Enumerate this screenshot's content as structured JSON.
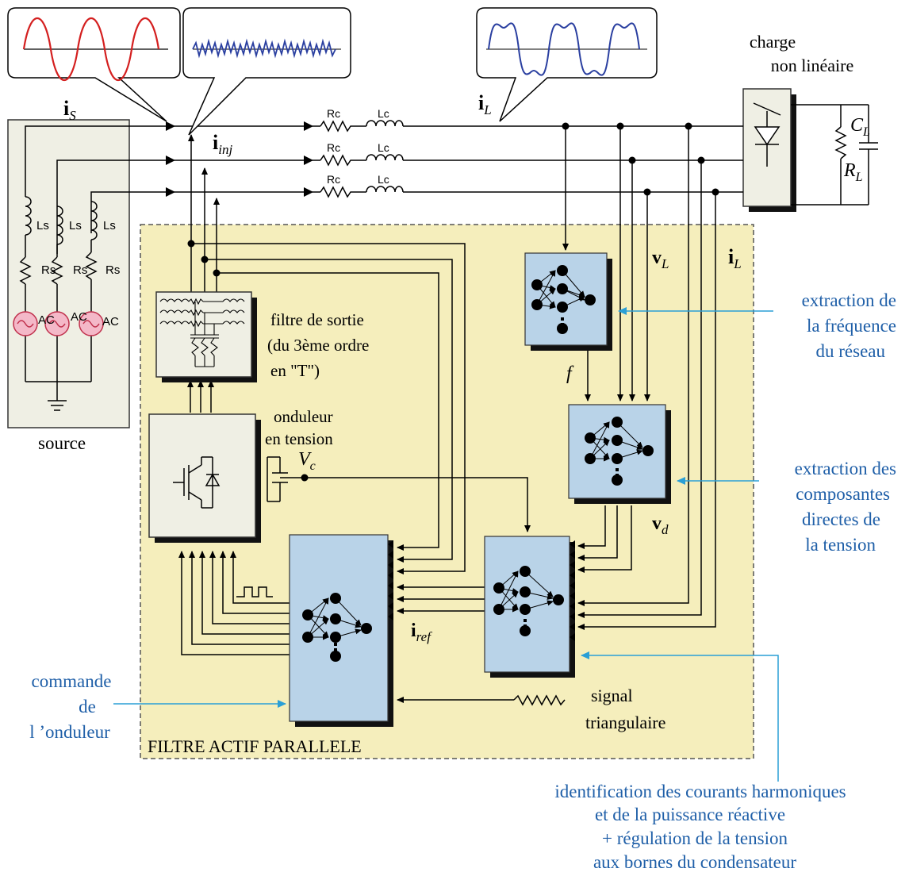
{
  "labels": {
    "is_main": "i",
    "is_sub": "S",
    "iinj_main": "i",
    "iinj_sub": "inj",
    "il_top_main": "i",
    "il_top_sub": "L",
    "vl_main": "v",
    "vl_sub": "L",
    "il_right_main": "i",
    "il_right_sub": "L",
    "vd_main": "v",
    "vd_sub": "d",
    "iref_main": "i",
    "iref_sub": "ref",
    "vc_main": "V",
    "vc_sub": "c",
    "f": "f",
    "cl_main": "C",
    "cl_sub": "L",
    "rl_main": "R",
    "rl_sub": "L",
    "rc": "Rc",
    "lc": "Lc",
    "ls": "Ls",
    "rs": "Rs",
    "ac": "AC"
  },
  "text": {
    "source": "source",
    "charge_line1": "charge",
    "charge_line2": "non linéaire",
    "filtre_line1": "filtre de sortie",
    "filtre_line2": "(du 3ème  ordre",
    "filtre_line3": "en \"T\")",
    "onduleur_line1": "onduleur",
    "onduleur_line2": "en tension",
    "signal_line1": "signal",
    "signal_line2": "triangulaire",
    "filtre_actif": "FILTRE ACTIF PARALLELE"
  },
  "annotations": {
    "freq": [
      "extraction de",
      "la fréquence",
      "du réseau"
    ],
    "comp": [
      "extraction des",
      "composantes",
      "directes de",
      "la tension"
    ],
    "cmd": [
      "commande",
      "de",
      "l ’onduleur"
    ],
    "ident": [
      "identification des courants harmoniques",
      "et  de la puissance réactive",
      "+ régulation de la tension",
      "aux bornes du condensateur"
    ]
  },
  "colors": {
    "annotation_blue": "#1f5fa8",
    "arrow_blue": "#2a9fd6",
    "nn_box": "#b9d3e8",
    "filter_area": "#f5eebc",
    "source_box": "#efefe4",
    "wave_red": "#d42020",
    "wave_blue": "#2a3fa0"
  }
}
